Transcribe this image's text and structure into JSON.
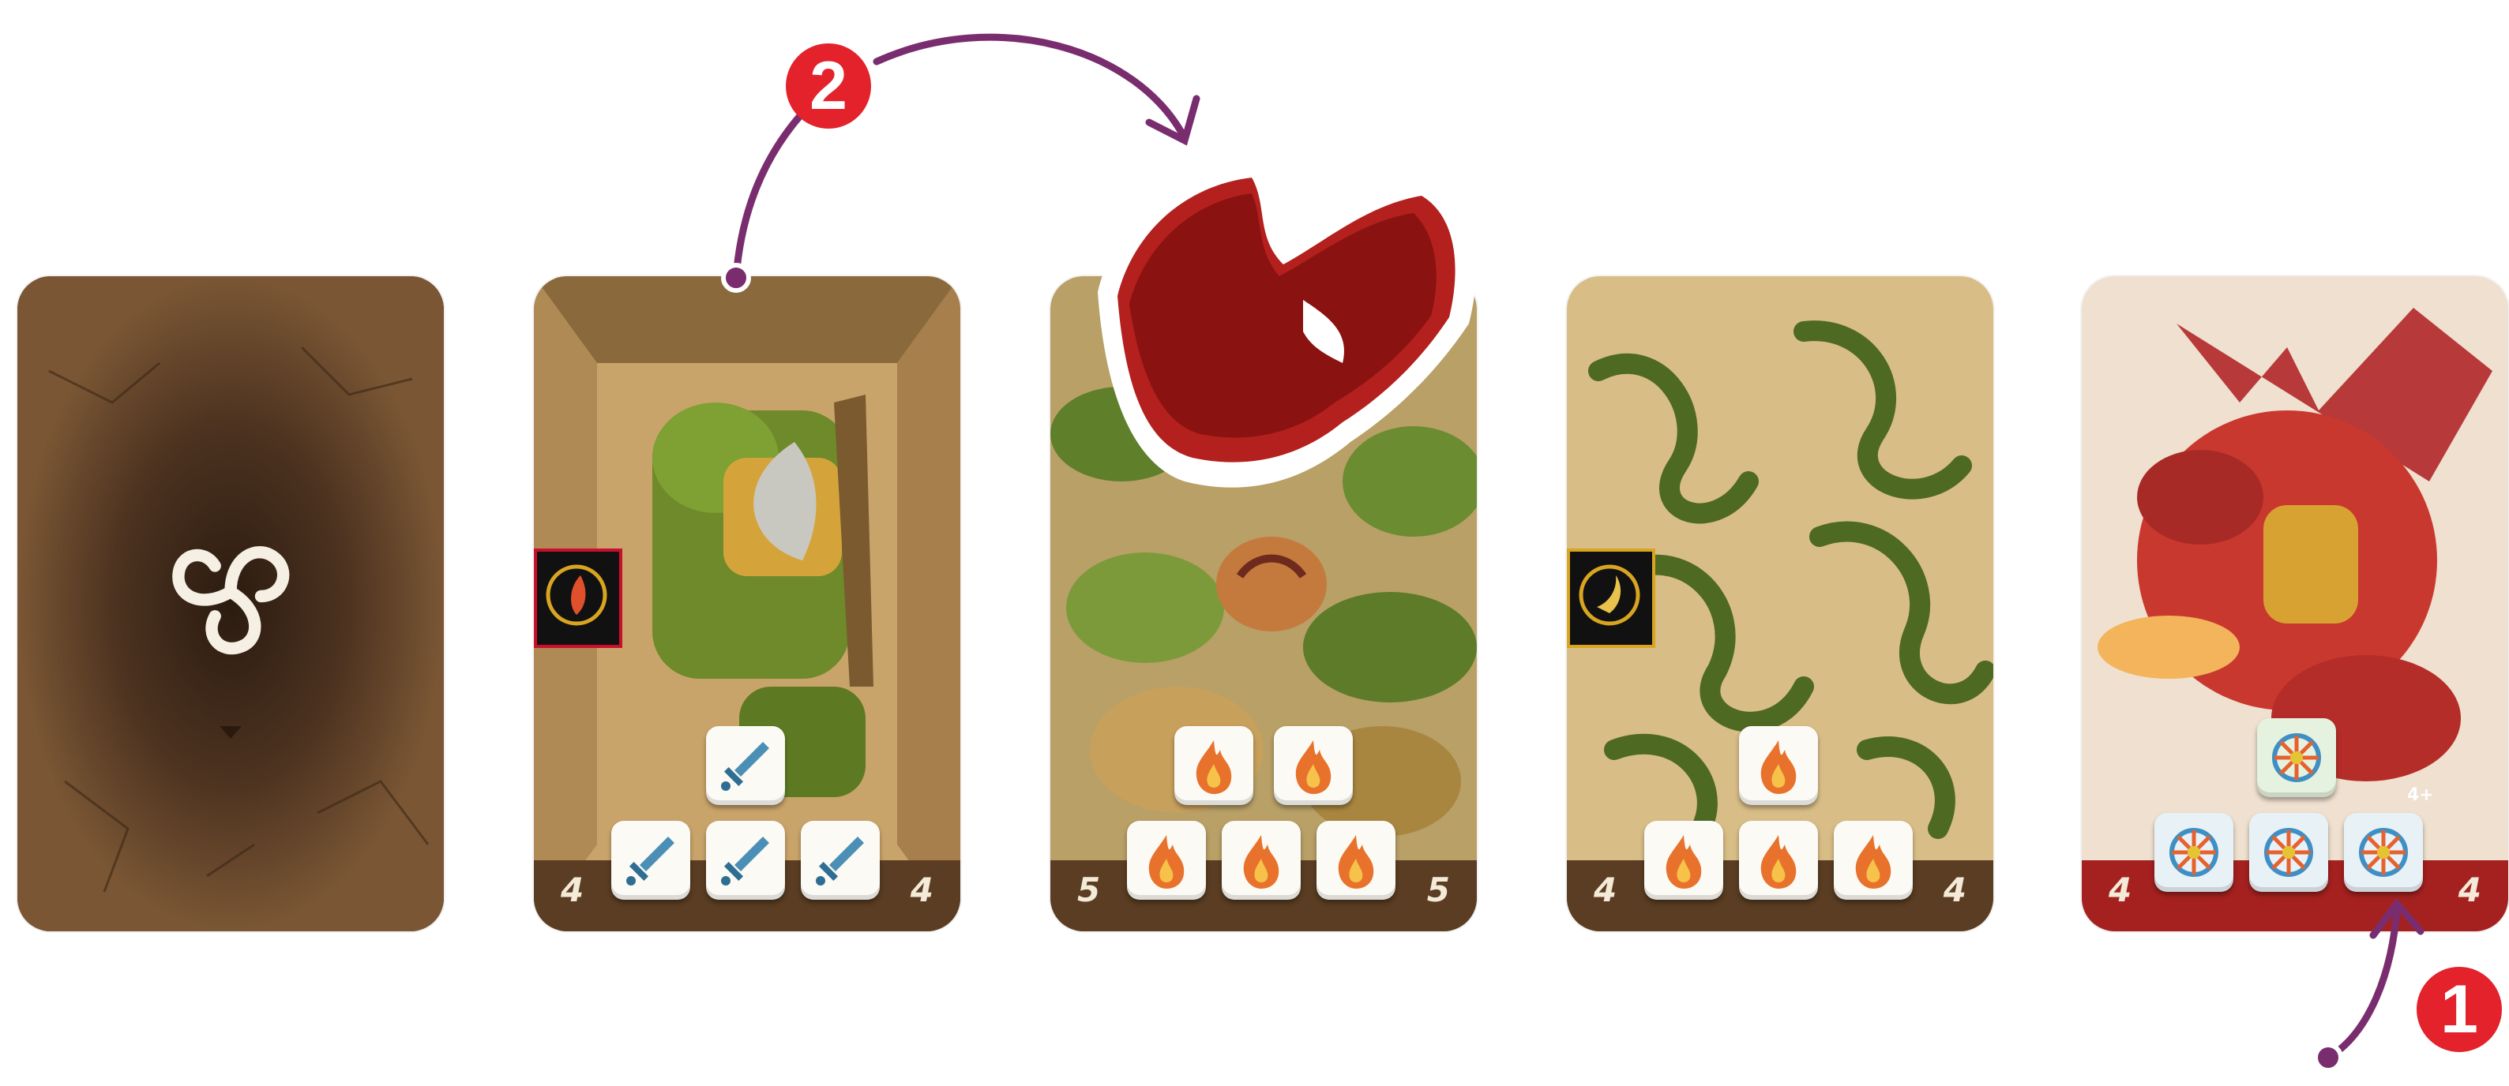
{
  "cards": [
    {
      "id": "deck",
      "type": "card-back",
      "symbol": "triskelion-icon"
    },
    {
      "id": "orc",
      "type": "monster-card",
      "left_value": "4",
      "right_value": "4",
      "element": "fire-element-icon",
      "die_symbol": "sword-icon",
      "dice_count": 4
    },
    {
      "id": "plant",
      "type": "monster-card",
      "left_value": "5",
      "right_value": "5",
      "die_symbol": "fire-icon",
      "dice_count": 5
    },
    {
      "id": "vines",
      "type": "monster-card",
      "left_value": "4",
      "right_value": "4",
      "element": "air-element-icon",
      "die_symbol": "fire-icon",
      "dice_count": 4
    },
    {
      "id": "dragon",
      "type": "dragon-card",
      "left_value": "4",
      "right_value": "4",
      "die_symbol": "wild-icon",
      "dice_count": 4,
      "small_label": "4+"
    }
  ],
  "markers": [
    {
      "id": "step-2",
      "label": "2"
    },
    {
      "id": "step-1",
      "label": "1"
    }
  ],
  "token": {
    "icon": "dragon-token-icon"
  },
  "colors": {
    "arrow": "#7a2d6e",
    "badge": "#e3222b",
    "token": "#a21616"
  }
}
